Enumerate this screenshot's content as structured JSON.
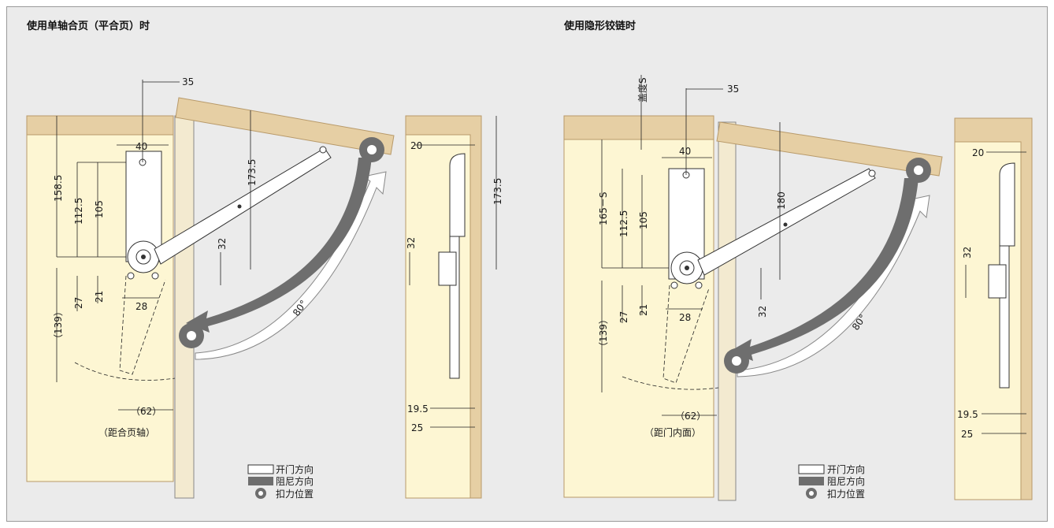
{
  "left_panel": {
    "title": "使用单轴合页（平合页）时",
    "dims": {
      "d35": "35",
      "d40": "40",
      "d158_5": "158.5",
      "d112_5": "112.5",
      "d105": "105",
      "d173_5": "173.5",
      "d32a": "32",
      "d27": "27",
      "d21": "21",
      "d28": "28",
      "d139": "（139）",
      "d80": "80°",
      "d62": "（62）",
      "note": "（距合页轴）"
    },
    "side": {
      "d20": "20",
      "d32": "32",
      "d173_5": "173.5",
      "d19_5": "19.5",
      "d25": "25"
    }
  },
  "right_panel": {
    "title": "使用隐形铰链时",
    "dims": {
      "overlay": "盖度S",
      "d35": "35",
      "d40": "40",
      "d165": "165－S",
      "d112_5": "112.5",
      "d105": "105",
      "d180": "180",
      "d27": "27",
      "d21": "21",
      "d28": "28",
      "d32": "32",
      "d139": "（139）",
      "d80": "80°",
      "d62": "（62）",
      "note": "（距门内面）"
    },
    "side": {
      "d20": "20",
      "d32": "32",
      "d19_5": "19.5",
      "d25": "25"
    }
  },
  "legend": {
    "open": "开门方向",
    "damp": "阻尼方向",
    "force": "扣力位置"
  },
  "colors": {
    "panel_bg": "#ebebeb",
    "cabinet": "#fdf6d3",
    "wood": "#e6cfa4",
    "wood_edge": "#b89a6a",
    "arrow": "#6e6e6e"
  }
}
